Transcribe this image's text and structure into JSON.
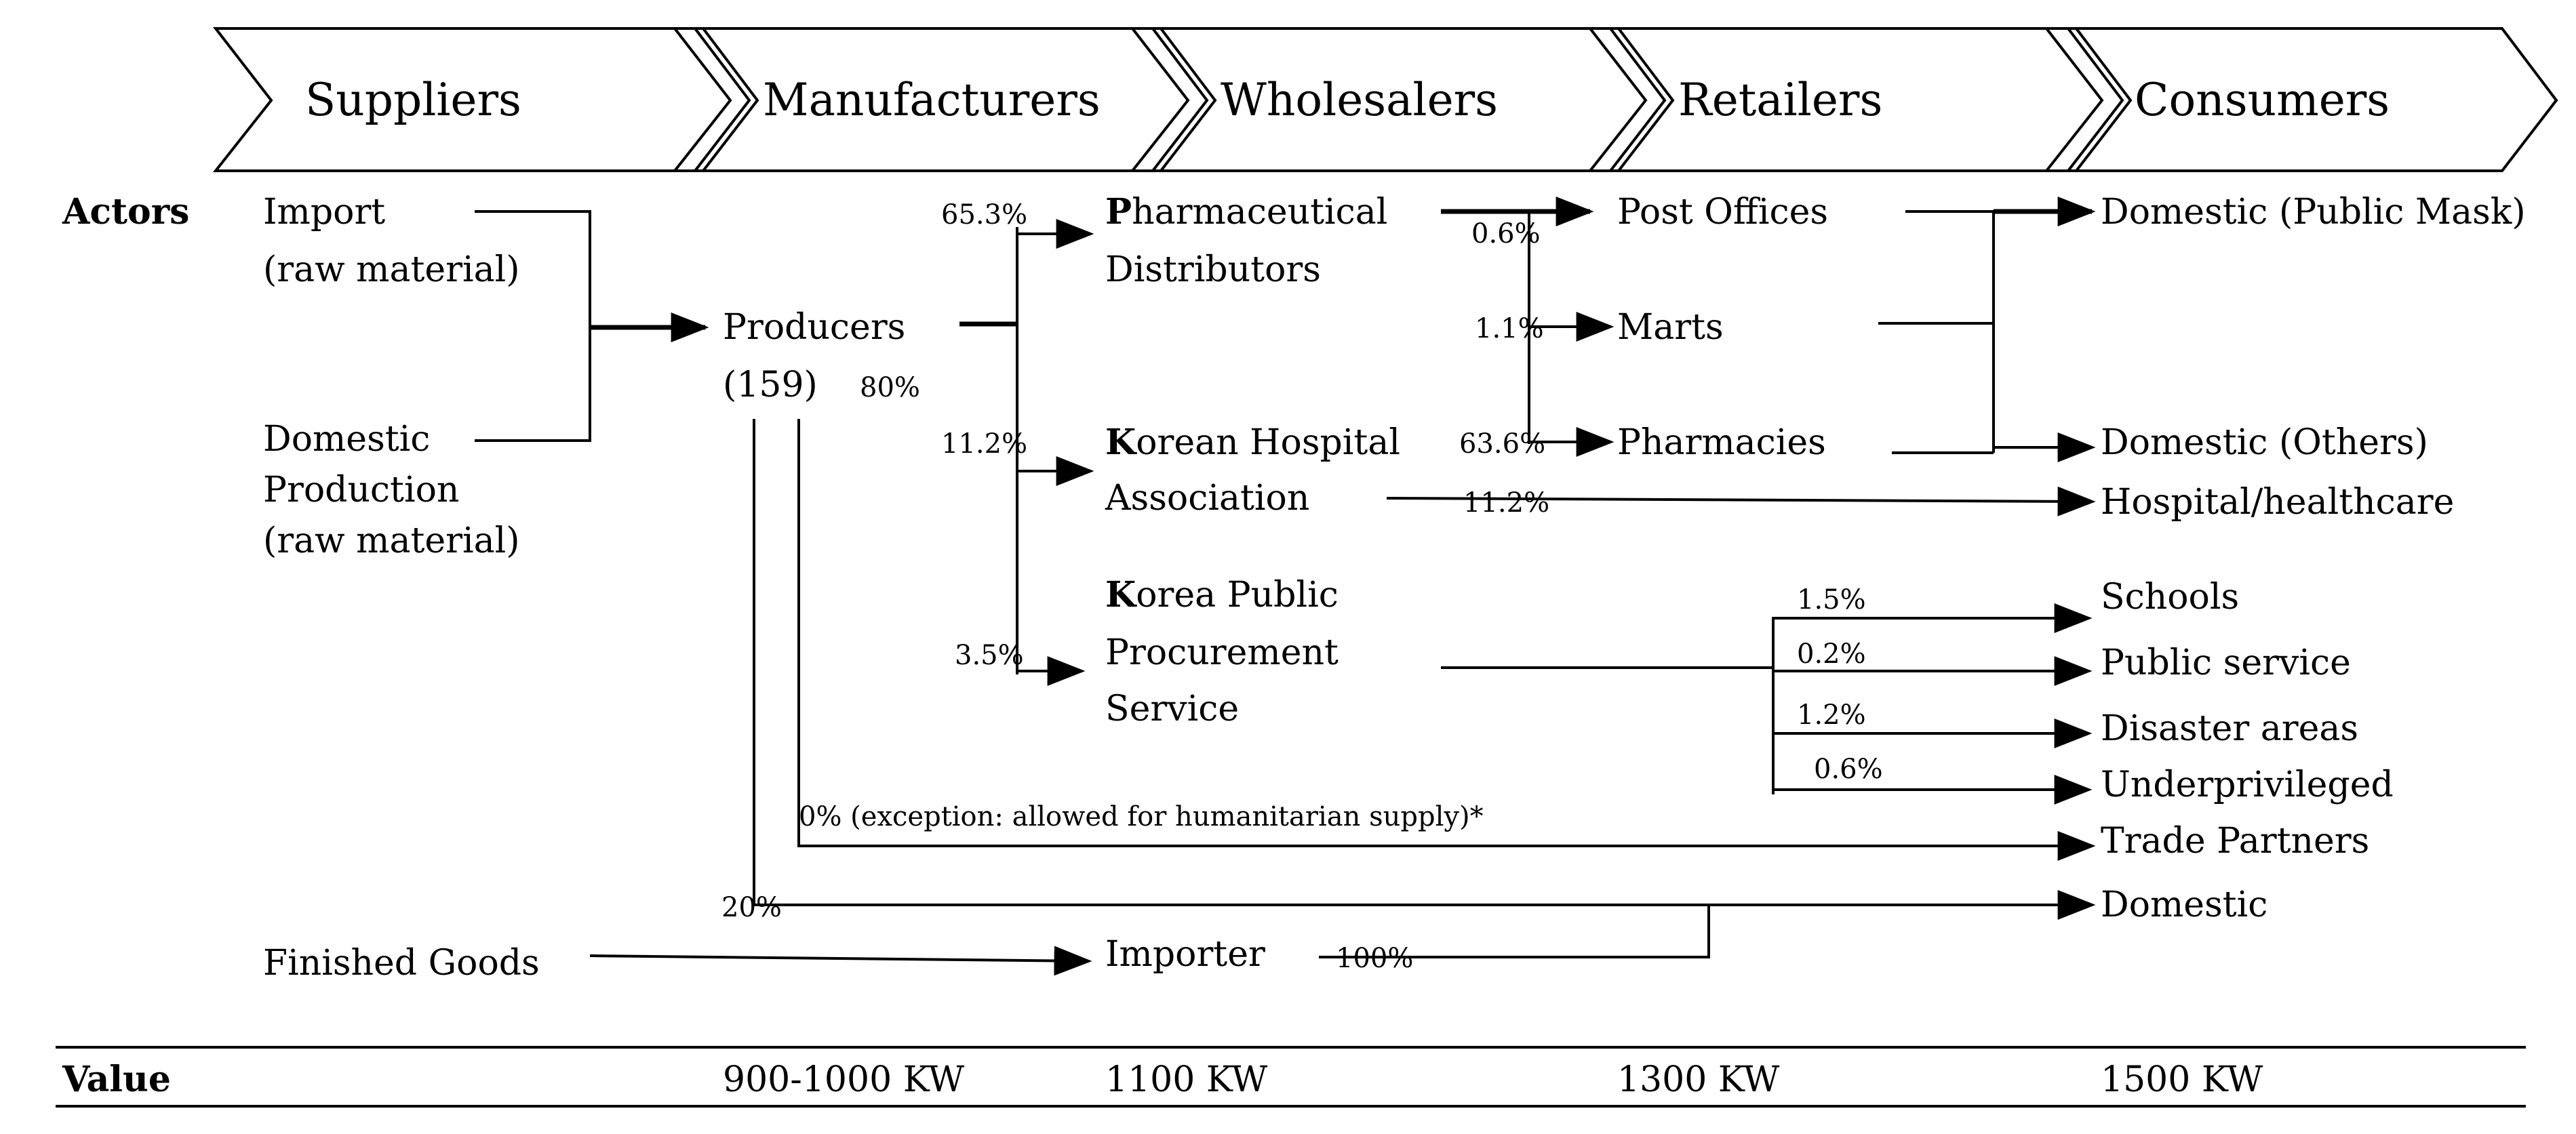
{
  "stages": [
    "Suppliers",
    "Manufacturers",
    "Wholesalers",
    "Retailers",
    "Consumers"
  ],
  "row_labels": {
    "actors": "Actors",
    "value": "Value"
  },
  "suppliers": {
    "import_line1": "Import",
    "import_line2": "(raw material)",
    "domestic_line1": "Domestic",
    "domestic_line2": "Production",
    "domestic_line3": "(raw material)",
    "finished": "Finished Goods"
  },
  "manufacturers": {
    "producers_line1": "Producers",
    "producers_line2": "(159)",
    "importer": "Importer"
  },
  "wholesalers": {
    "pd_initial": "P",
    "pd_line1_rest": "harmaceutical",
    "pd_line2": "Distributors",
    "kha_initial": "K",
    "kha_line1_rest": "orean Hospital",
    "kha_line2": "Association",
    "kpps_initial": "K",
    "kpps_line1_rest": "orea Public",
    "kpps_line2": "Procurement",
    "kpps_line3": "Service"
  },
  "retailers": [
    "Post Offices",
    "Marts",
    "Pharmacies"
  ],
  "consumers": {
    "public_mask": "Domestic (Public Mask)",
    "others": "Domestic (Others)",
    "hospital": "Hospital/healthcare",
    "schools": "Schools",
    "public_service": "Public service",
    "disaster": "Disaster areas",
    "underprivileged": "Underprivileged",
    "trade": "Trade Partners",
    "domestic": "Domestic"
  },
  "percentages": {
    "to_pd": "65.3%",
    "to_kha": "11.2%",
    "to_kpps": "3.5%",
    "producers_domestic": "80%",
    "to_post": "0.6%",
    "to_marts": "1.1%",
    "to_pharm": "63.6%",
    "kha_hospital": "11.2%",
    "schools": "1.5%",
    "public_service": "0.2%",
    "disaster": "1.2%",
    "underprivileged": "0.6%",
    "export_note": "0% (exception: allowed for humanitarian supply)*",
    "direct_domestic": "20%",
    "importer": "100%"
  },
  "values": [
    "900-1000 KW",
    "1100 KW",
    "1300 KW",
    "1500 KW"
  ]
}
